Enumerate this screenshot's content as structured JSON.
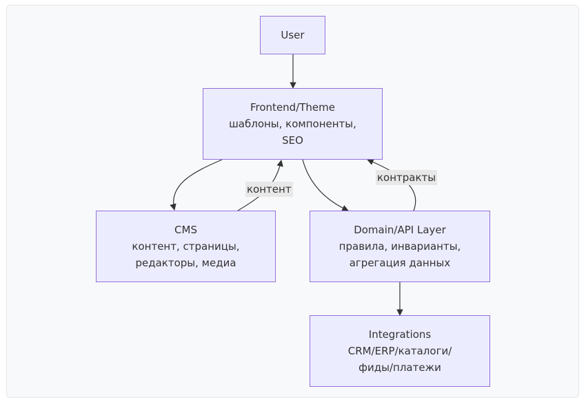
{
  "nodes": {
    "user": {
      "lines": [
        "User"
      ]
    },
    "frontend": {
      "lines": [
        "Frontend/Theme",
        "шаблоны, компоненты,",
        "SEO"
      ]
    },
    "cms": {
      "lines": [
        "CMS",
        "контент, страницы,",
        "редакторы, медиа"
      ]
    },
    "domain": {
      "lines": [
        "Domain/API Layer",
        "правила, инварианты,",
        "агрегация данных"
      ]
    },
    "integrations": {
      "lines": [
        "Integrations",
        "CRM/ERP/каталоги/",
        "фиды/платежи"
      ]
    }
  },
  "edges": {
    "cms_to_frontend": "контент",
    "domain_to_frontend": "контракты"
  },
  "colors": {
    "node_fill": "#ececff",
    "node_border": "#9370db",
    "edge": "#333333",
    "edge_label_bg": "#e8e8e8",
    "canvas_bg": "#f8f9fa"
  }
}
